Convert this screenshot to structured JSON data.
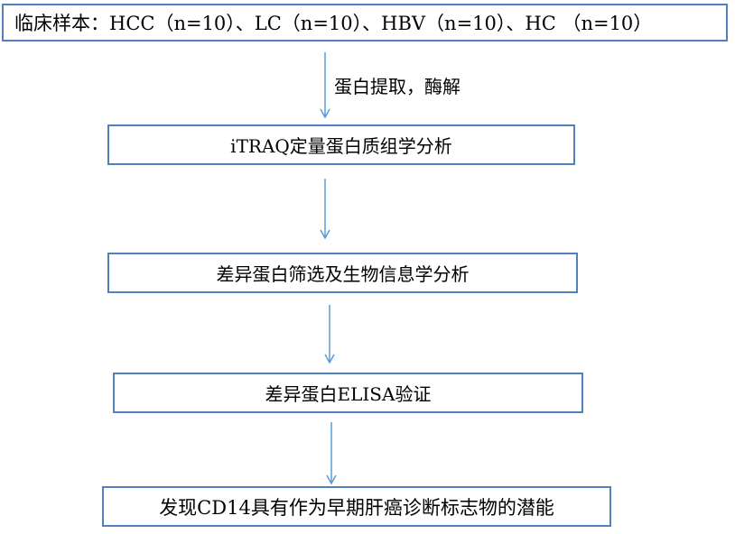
{
  "nodes": [
    {
      "id": "clinical-samples",
      "label": "临床样本：HCC（n=10）、LC（n=10）、HBV（n=10）、HC （n=10）"
    },
    {
      "id": "itraq-proteomics",
      "label": "iTRAQ定量蛋白质组学分析"
    },
    {
      "id": "differential-screening",
      "label": "差异蛋白筛选及生物信息学分析"
    },
    {
      "id": "elisa-validation",
      "label": "差异蛋白ELISA验证"
    },
    {
      "id": "cd14-finding",
      "label": "发现CD14具有作为早期肝癌诊断标志物的潜能"
    }
  ],
  "edges": [
    {
      "from": "clinical-samples",
      "to": "itraq-proteomics",
      "label": "蛋白提取，酶解"
    },
    {
      "from": "itraq-proteomics",
      "to": "differential-screening"
    },
    {
      "from": "differential-screening",
      "to": "elisa-validation"
    },
    {
      "from": "elisa-validation",
      "to": "cd14-finding"
    }
  ],
  "colors": {
    "box_border": "#4f81bd",
    "arrow": "#5b9bd5",
    "text": "#000000",
    "background": "#ffffff"
  }
}
